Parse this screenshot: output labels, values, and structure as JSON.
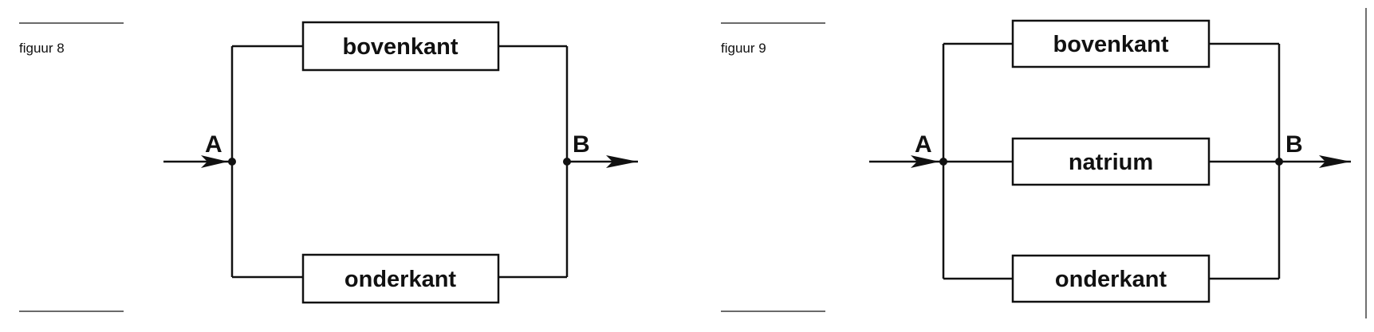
{
  "figures": [
    {
      "caption": "figuur 8",
      "node_in": "A",
      "node_out": "B",
      "boxes": [
        "bovenkant",
        "onderkant"
      ]
    },
    {
      "caption": "figuur 9",
      "node_in": "A",
      "node_out": "B",
      "boxes": [
        "bovenkant",
        "natrium",
        "onderkant"
      ]
    }
  ],
  "colors": {
    "ink": "#111111",
    "background": "#ffffff"
  }
}
